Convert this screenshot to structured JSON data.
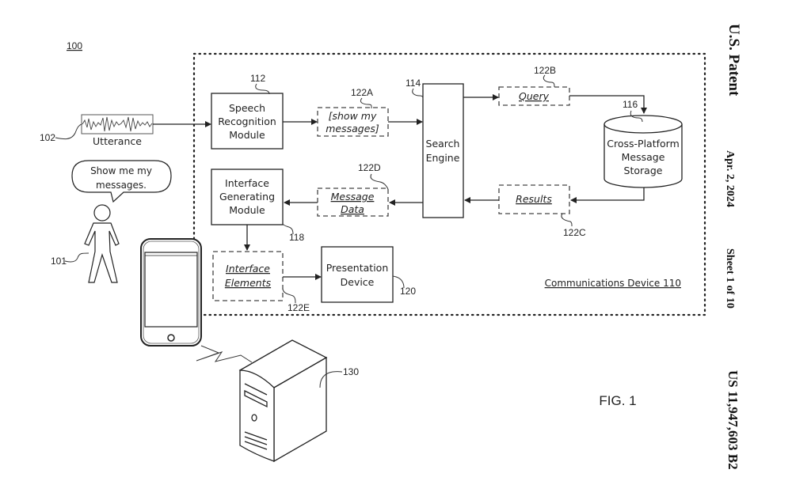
{
  "figure": {
    "number_label": "FIG. 1",
    "system_ref": "100"
  },
  "header": {
    "patent_label": "U.S. Patent",
    "date": "Apr. 2, 2024",
    "sheet": "Sheet 1 of 10",
    "patent_number": "US 11,947,603 B2"
  },
  "nodes": {
    "utterance": {
      "label": "Utterance",
      "ref": "102"
    },
    "user": {
      "ref": "101",
      "speech": [
        "Show me my",
        "messages."
      ]
    },
    "speech_recognition": {
      "lines": [
        "Speech",
        "Recognition",
        "Module"
      ],
      "ref": "112"
    },
    "show_my_messages": {
      "lines": [
        "[show my",
        "messages]"
      ],
      "ref": "122A"
    },
    "search_engine": {
      "lines": [
        "Search",
        "Engine"
      ],
      "ref": "114"
    },
    "query": {
      "label": "Query",
      "ref": "122B"
    },
    "storage": {
      "lines": [
        "Cross-Platform",
        "Message",
        "Storage"
      ],
      "ref": "116"
    },
    "results": {
      "label": "Results",
      "ref": "122C"
    },
    "message_data": {
      "lines": [
        "Message",
        "Data"
      ],
      "ref": "122D"
    },
    "interface_generating": {
      "lines": [
        "Interface",
        "Generating",
        "Module"
      ],
      "ref": "118"
    },
    "interface_elements": {
      "lines": [
        "Interface",
        "Elements"
      ],
      "ref": "122E"
    },
    "presentation_device": {
      "lines": [
        "Presentation",
        "Device"
      ],
      "ref": "120"
    },
    "server": {
      "ref": "130"
    }
  },
  "container": {
    "label": "Communications Device 110"
  }
}
